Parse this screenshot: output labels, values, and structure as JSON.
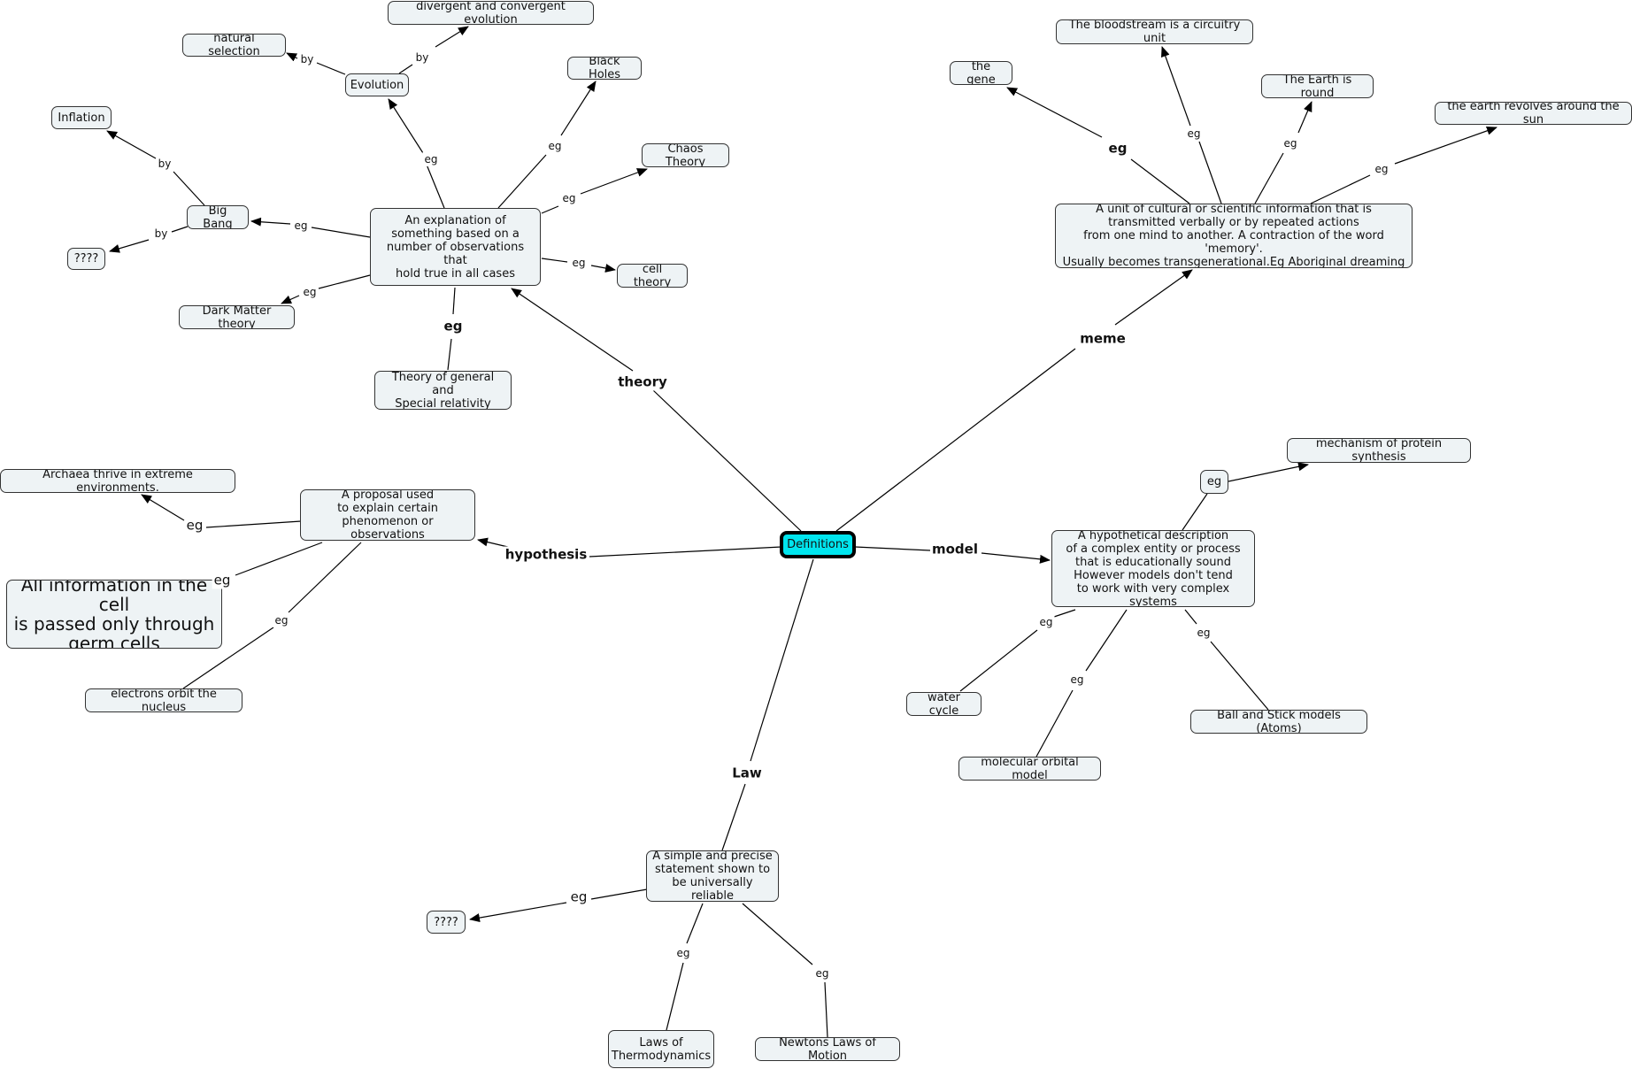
{
  "colors": {
    "root_fill": "#00e5ee",
    "node_fill": "#eef3f5",
    "line": "#000000"
  },
  "nodes": {
    "definitions": "Definitions",
    "theory_def": "An explanation of\nsomething based on a\nnumber of observations that\nhold true in all cases",
    "meme_def": "A unit of cultural or scientific  information that is\ntransmitted verbally or by repeated actions\nfrom one mind to another. A contraction of the word 'memory'.\nUsually becomes transgenerational.Eg Aboriginal dreaming",
    "hypothesis_def": "A proposal used\nto explain certain\nphenomenon or observations",
    "model_def": "A hypothetical description\nof a complex entity or process\nthat is educationally sound\nHowever models don't tend\nto work with very complex systems",
    "law_def": "A simple and precise\nstatement shown to\nbe universally reliable",
    "evolution": "Evolution",
    "natural_selection": "natural selection",
    "divergent": "divergent and convergent evolution",
    "black_holes": "Black Holes",
    "chaos": "Chaos Theory",
    "cell_theory": "cell theory",
    "big_bang": "Big Bang",
    "inflation": "Inflation",
    "unknown_bb": "????",
    "dark_matter": "Dark Matter theory",
    "relativity": "Theory of general and\nSpecial relativity",
    "gene": "the gene",
    "bloodstream": "The bloodstream is a circuitry unit",
    "earth_round": "The Earth is round",
    "earth_revolves": "the earth revolves around the sun",
    "archaea": "Archaea thrive in extreme environments.",
    "germ_cells": "All information in the cell\nis passed only through\ngerm cells",
    "electrons": "electrons orbit the nucleus",
    "model_eg": "eg",
    "protein": "mechanism of protein synthesis",
    "water_cycle": "water cycle",
    "molecular": "molecular orbital model",
    "ball_stick": "Ball and Stick models (Atoms)",
    "unknown_law": "????",
    "thermo": "Laws of\nThermodynamics",
    "newton": "Newtons Laws of Motion"
  },
  "links": {
    "theory": "theory",
    "meme": "meme",
    "hypothesis": "hypothesis",
    "model": "model",
    "law": "Law",
    "by": "by",
    "eg": "eg"
  }
}
